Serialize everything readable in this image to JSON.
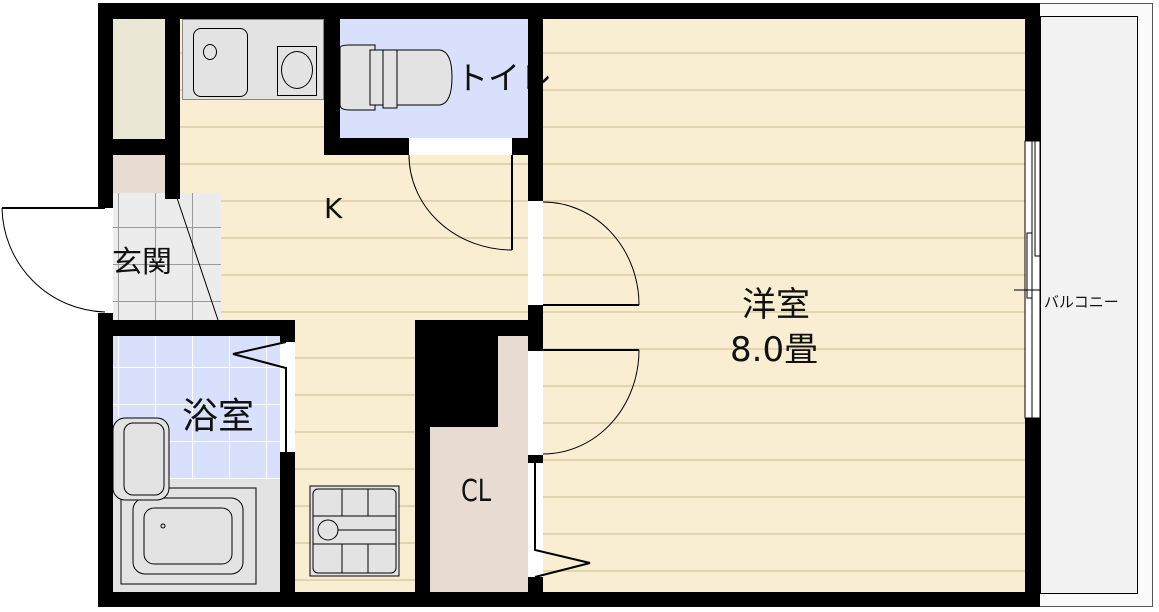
{
  "rooms": {
    "kitchen": {
      "label": "K"
    },
    "toilet": {
      "label": "トイレ"
    },
    "entrance": {
      "label": "玄関"
    },
    "bathroom": {
      "label": "浴室"
    },
    "closet": {
      "label": "CL"
    },
    "western_room": {
      "label": "洋室",
      "size": "8.0畳"
    },
    "balcony": {
      "label": "バルコニー"
    }
  },
  "colors": {
    "wall": "#000000",
    "floor_wood": "#faeed2",
    "wet_area": "#d8e0fb",
    "closet": "#e8dbd2",
    "storage": "#eae8d5",
    "entrance_tile": "#ececec",
    "balcony": "#f2f2f2",
    "fixture": "#e3e3e3"
  }
}
